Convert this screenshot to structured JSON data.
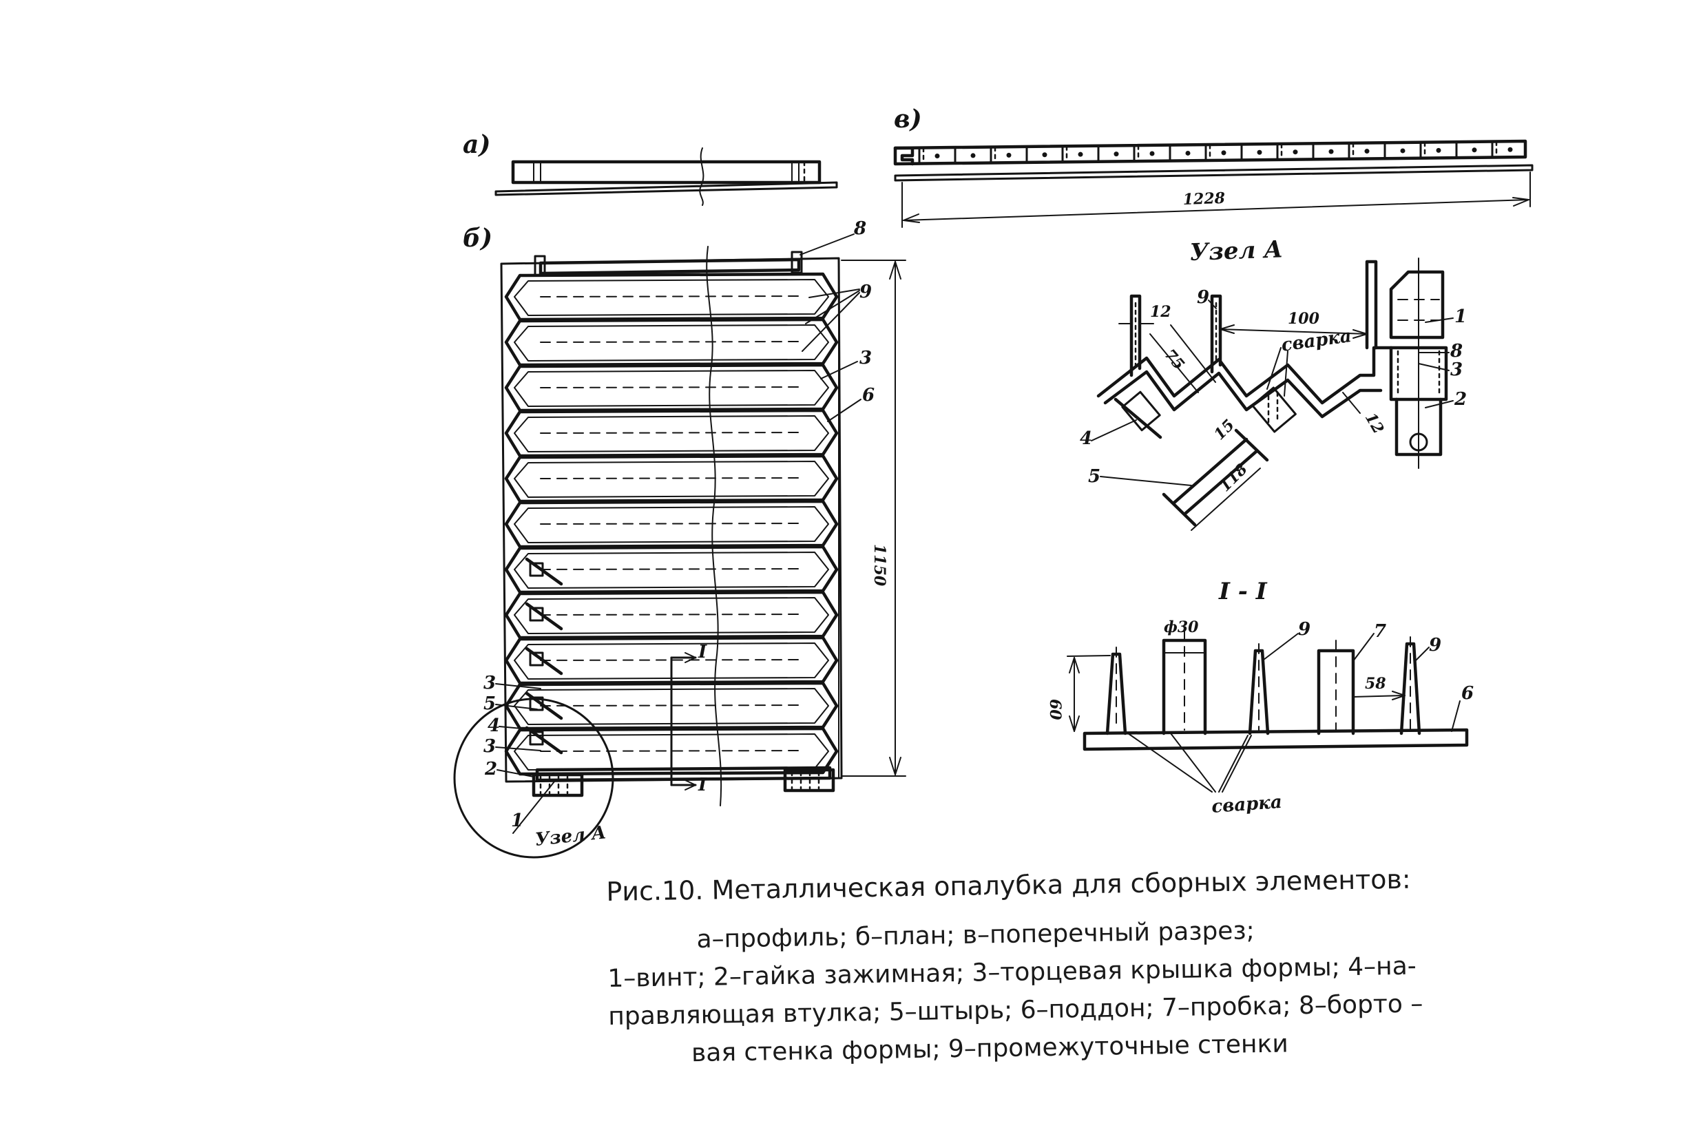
{
  "views": {
    "a": "а)",
    "b": "б)",
    "v": "в)"
  },
  "node_a": {
    "title": "Узел А",
    "weld_label": "сварка",
    "dims": [
      "12",
      "75",
      "100",
      "15",
      "12",
      "118"
    ]
  },
  "section": {
    "title": "I - I",
    "weld_label": "сварка",
    "dims": [
      "ф30",
      "60",
      "58"
    ]
  },
  "plan": {
    "height_dim": "1150",
    "node_label": "Узел А",
    "section_mark": "I"
  },
  "cross": {
    "length_dim": "1228"
  },
  "part_numbers": [
    "1",
    "2",
    "3",
    "4",
    "5",
    "6",
    "7",
    "8",
    "9"
  ],
  "caption": {
    "title": "Рис.10. Металлическая опалубка для сборных элементов:",
    "line1": "а–профиль;   б–план;   в–поперечный разрез;",
    "line2": "1–винт; 2–гайка зажимная; 3–торцевая крышка формы; 4–на-",
    "line3": "правляющая втулка; 5–штырь; 6–поддон; 7–пробка; 8–борто –",
    "line4": "вая стенка формы; 9–промежуточные стенки"
  }
}
